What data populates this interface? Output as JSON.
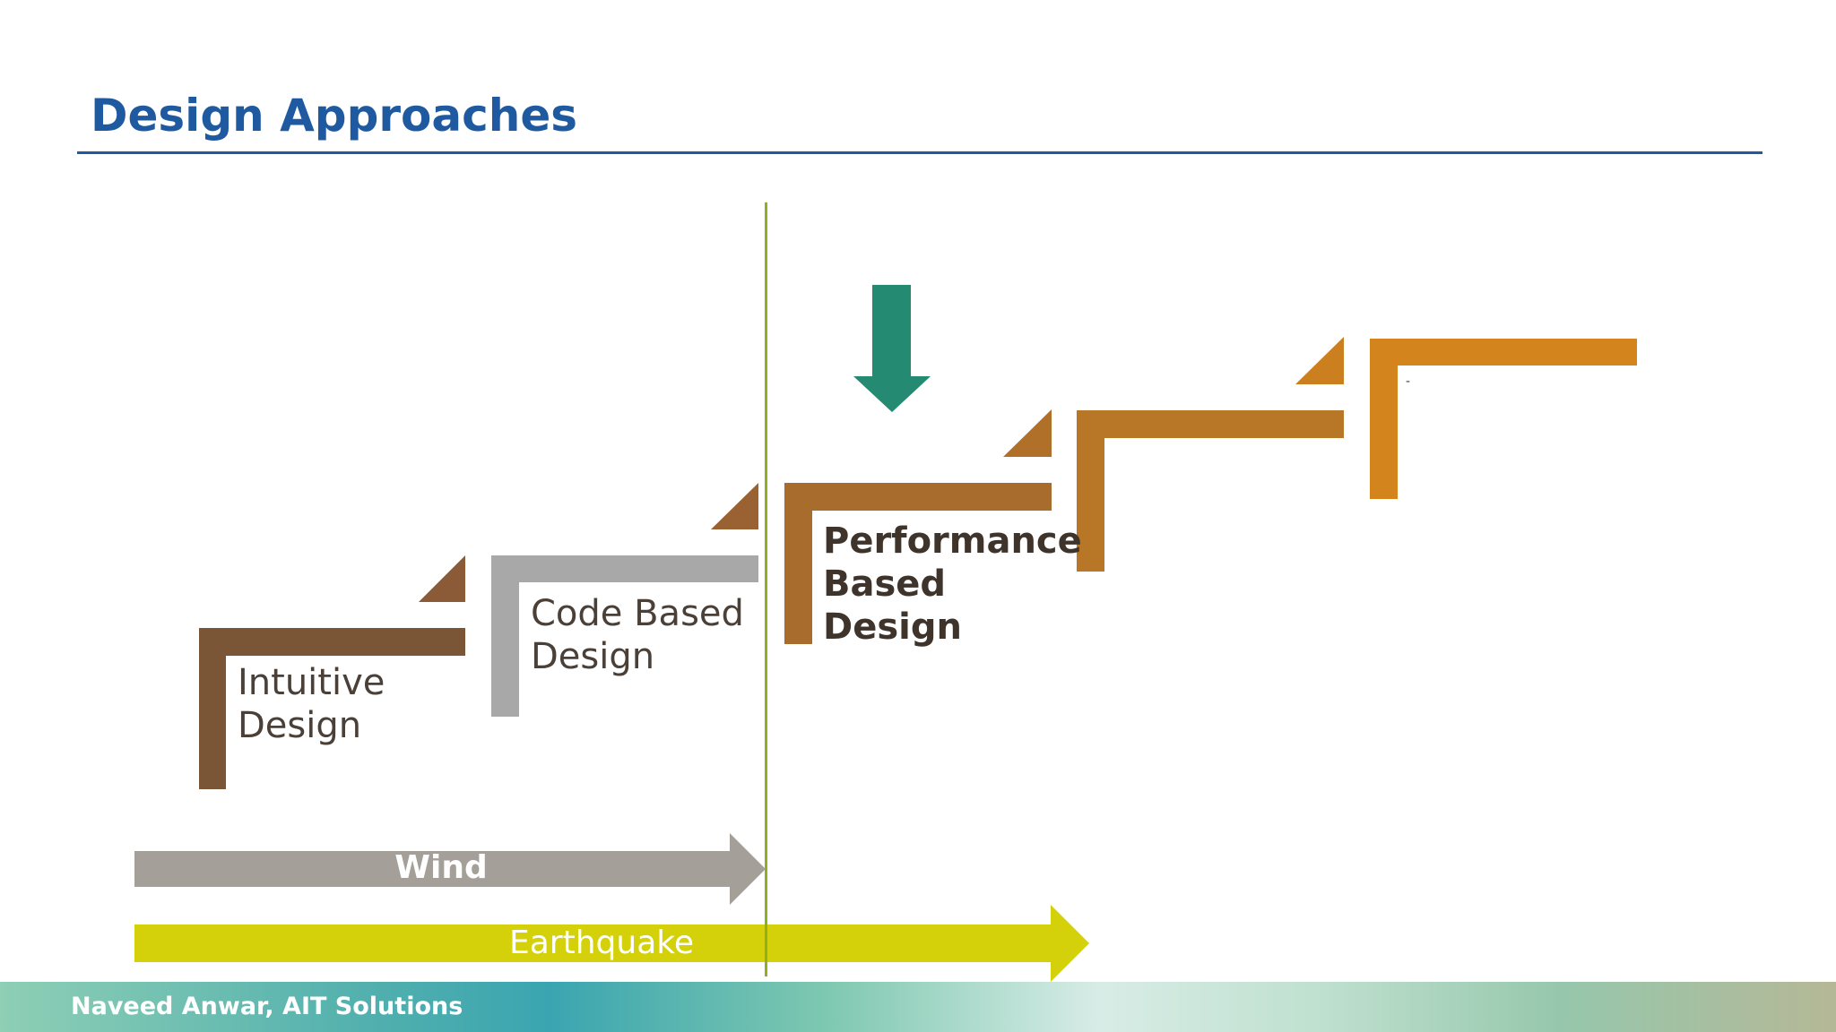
{
  "slide": {
    "title": "Design Approaches",
    "footer": "Naveed Anwar, AIT Solutions"
  },
  "steps": [
    {
      "line1": "Intuitive",
      "line2": "Design",
      "line3": "",
      "color": "#7a5536"
    },
    {
      "line1": "Code Based",
      "line2": "Design",
      "line3": "",
      "color": "#a8a8a8"
    },
    {
      "line1": "Performance",
      "line2": "Based",
      "line3": "Design",
      "color": "#a86d2c"
    },
    {
      "line1": "",
      "line2": "",
      "line3": "",
      "color": "#b87726"
    },
    {
      "line1": "-",
      "line2": "",
      "line3": "",
      "color": "#d4841c"
    }
  ],
  "arrows": {
    "wind": {
      "label": "Wind",
      "color": "#a59f99"
    },
    "earthquake": {
      "label": "Earthquake",
      "color": "#d4d10a"
    },
    "indicator_color": "#248a72"
  },
  "colors": {
    "title": "#1f5aa0",
    "divider": "#8fb021"
  }
}
